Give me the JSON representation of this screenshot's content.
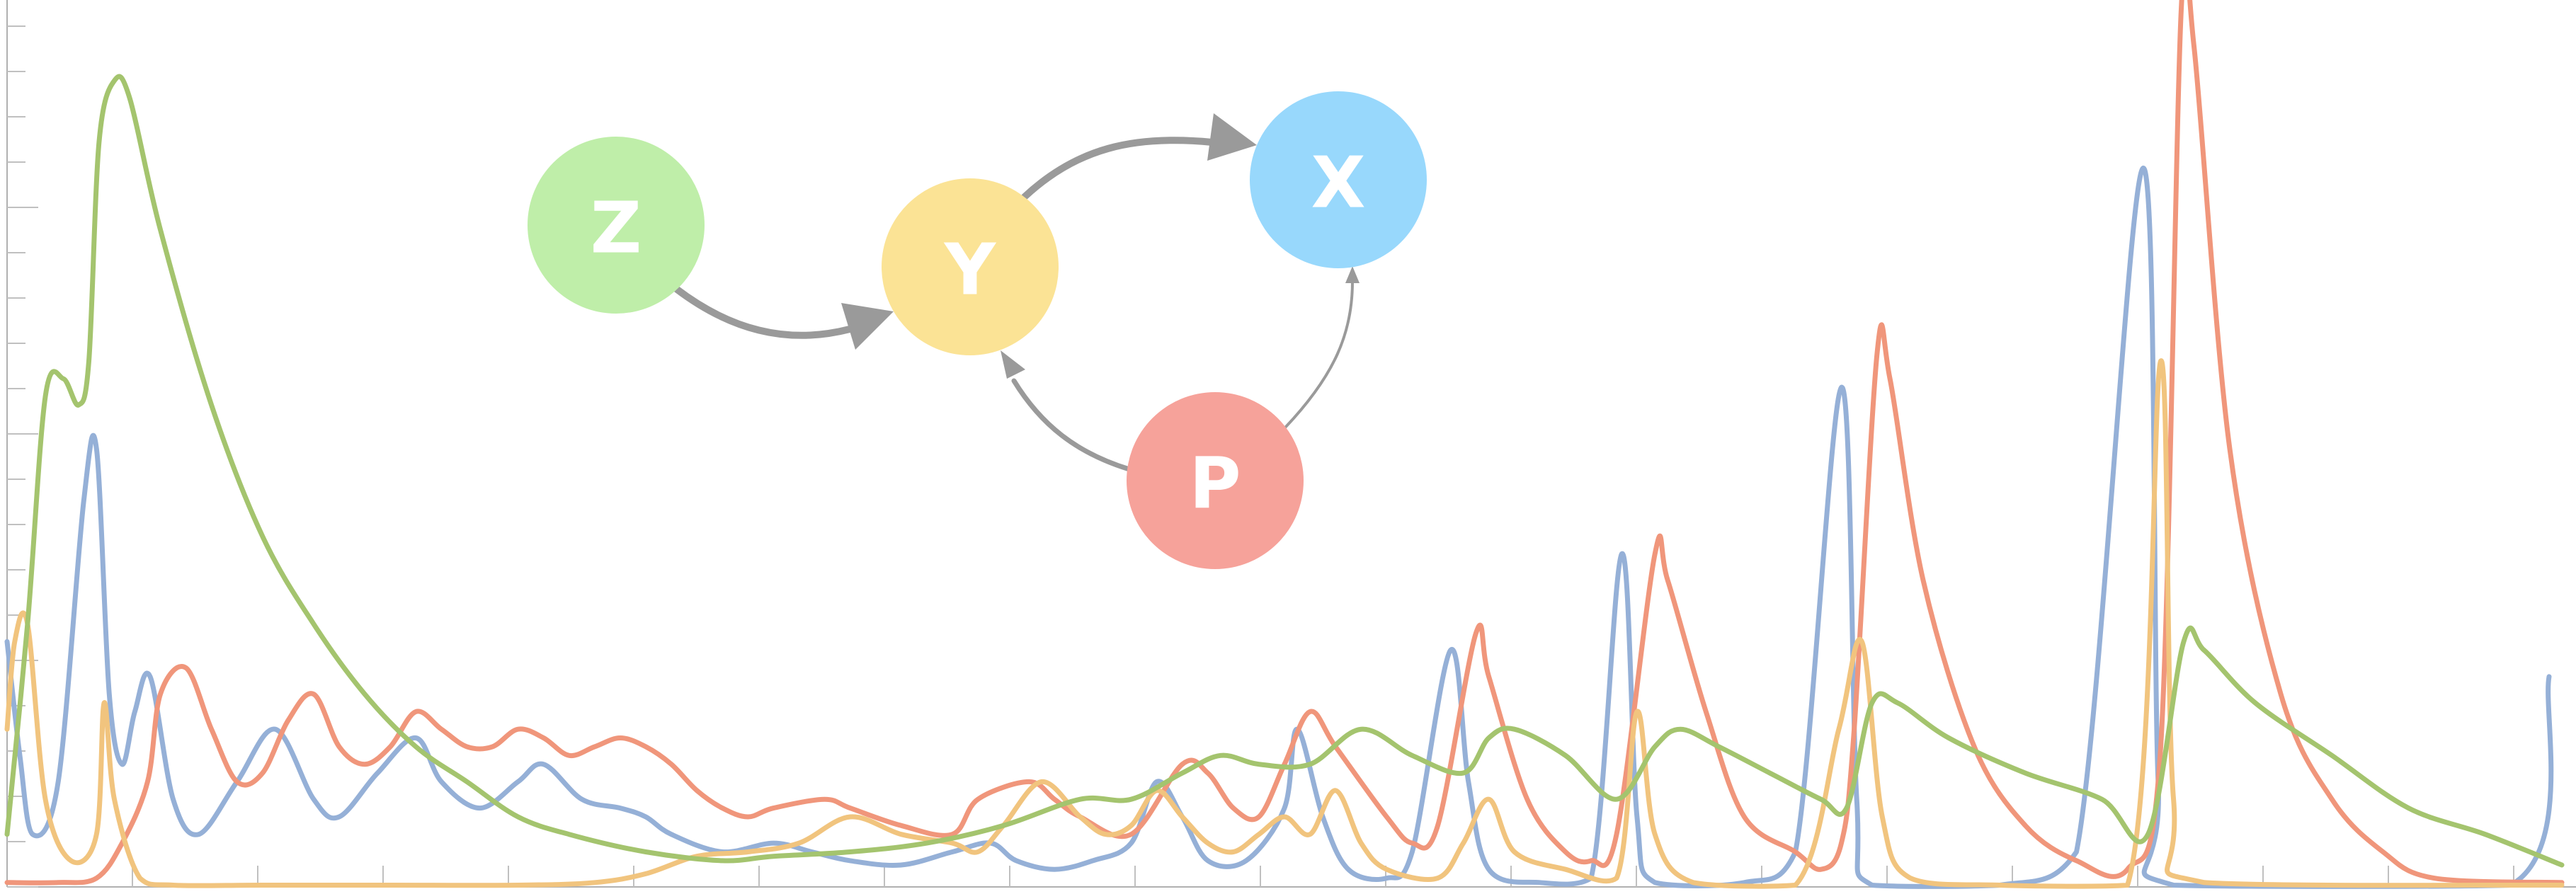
{
  "chart_data": {
    "type": "line",
    "title": "",
    "xlabel": "",
    "ylabel": "",
    "xlim": [
      0,
      100
    ],
    "ylim": [
      0,
      100
    ],
    "series": [
      {
        "color": "#95b0d7",
        "points": [
          [
            0,
            28
          ],
          [
            0.5,
            15
          ],
          [
            1,
            6
          ],
          [
            2,
            12
          ],
          [
            3,
            44
          ],
          [
            3.5,
            50
          ],
          [
            4,
            22
          ],
          [
            4.5,
            14
          ],
          [
            5,
            20
          ],
          [
            5.6,
            24
          ],
          [
            6.5,
            10
          ],
          [
            7.5,
            6
          ],
          [
            9,
            12
          ],
          [
            10.5,
            18
          ],
          [
            12,
            10
          ],
          [
            13,
            8
          ],
          [
            14.5,
            13
          ],
          [
            16,
            17
          ],
          [
            17,
            12
          ],
          [
            18.5,
            9
          ],
          [
            20,
            12
          ],
          [
            21,
            14
          ],
          [
            22.5,
            10
          ],
          [
            24,
            9
          ],
          [
            25,
            8
          ],
          [
            26,
            6
          ],
          [
            28,
            4
          ],
          [
            30,
            5
          ],
          [
            31.5,
            4
          ],
          [
            33,
            3
          ],
          [
            35,
            2.5
          ],
          [
            37,
            4
          ],
          [
            38.5,
            5
          ],
          [
            39.5,
            3
          ],
          [
            41,
            2
          ],
          [
            42.5,
            3
          ],
          [
            44,
            5
          ],
          [
            45,
            12
          ],
          [
            46,
            8
          ],
          [
            47,
            3
          ],
          [
            48.5,
            3
          ],
          [
            50,
            9
          ],
          [
            50.5,
            18
          ],
          [
            51.5,
            8
          ],
          [
            52.5,
            2
          ],
          [
            54,
            1
          ],
          [
            55,
            4
          ],
          [
            56.5,
            27
          ],
          [
            57.2,
            12
          ],
          [
            58,
            2
          ],
          [
            60,
            0.5
          ],
          [
            62,
            1
          ],
          [
            63.2,
            38
          ],
          [
            63.8,
            8
          ],
          [
            64.5,
            0.5
          ],
          [
            68,
            0.5
          ],
          [
            70,
            4
          ],
          [
            71.8,
            57
          ],
          [
            72.4,
            10
          ],
          [
            73,
            0.2
          ],
          [
            78,
            0.2
          ],
          [
            81,
            4
          ],
          [
            83.6,
            82
          ],
          [
            84.2,
            12
          ],
          [
            84.8,
            0.2
          ],
          [
            98,
            0.2
          ],
          [
            99.5,
            24
          ]
        ]
      },
      {
        "color": "#f0967b",
        "points": [
          [
            0,
            0.5
          ],
          [
            2,
            0.5
          ],
          [
            3.5,
            1
          ],
          [
            4.5,
            5
          ],
          [
            5.5,
            12
          ],
          [
            6,
            22
          ],
          [
            7,
            25
          ],
          [
            8,
            18
          ],
          [
            9,
            12
          ],
          [
            10,
            13
          ],
          [
            11,
            19
          ],
          [
            12,
            22
          ],
          [
            13,
            16
          ],
          [
            14,
            14
          ],
          [
            15,
            16
          ],
          [
            16,
            20
          ],
          [
            17,
            18
          ],
          [
            18,
            16
          ],
          [
            19,
            16
          ],
          [
            20,
            18
          ],
          [
            21,
            17
          ],
          [
            22,
            15
          ],
          [
            23,
            16
          ],
          [
            24,
            17
          ],
          [
            25,
            16
          ],
          [
            26,
            14
          ],
          [
            27,
            11
          ],
          [
            28,
            9
          ],
          [
            29,
            8
          ],
          [
            30,
            9
          ],
          [
            32,
            10
          ],
          [
            33,
            9
          ],
          [
            35,
            7
          ],
          [
            37,
            6
          ],
          [
            38,
            10
          ],
          [
            40,
            12
          ],
          [
            41,
            10
          ],
          [
            42,
            8
          ],
          [
            44,
            6
          ],
          [
            46,
            14
          ],
          [
            47,
            13
          ],
          [
            48,
            9
          ],
          [
            49,
            8
          ],
          [
            50,
            14
          ],
          [
            51,
            20
          ],
          [
            52,
            16
          ],
          [
            54,
            8
          ],
          [
            55,
            5
          ],
          [
            56,
            7
          ],
          [
            57.5,
            29
          ],
          [
            58,
            24
          ],
          [
            59.5,
            10
          ],
          [
            61,
            4
          ],
          [
            62,
            3
          ],
          [
            63,
            6
          ],
          [
            64.5,
            38
          ],
          [
            65,
            35
          ],
          [
            66.5,
            20
          ],
          [
            68,
            8
          ],
          [
            70,
            4
          ],
          [
            71,
            2
          ],
          [
            71.8,
            5
          ],
          [
            72.3,
            18
          ],
          [
            73.2,
            61
          ],
          [
            73.7,
            58
          ],
          [
            75,
            35
          ],
          [
            77,
            16
          ],
          [
            79,
            7
          ],
          [
            81,
            3
          ],
          [
            83,
            2
          ],
          [
            84.3,
            16
          ],
          [
            85.1,
            100
          ],
          [
            85.6,
            96
          ],
          [
            87,
            50
          ],
          [
            89,
            22
          ],
          [
            91,
            10
          ],
          [
            93,
            4
          ],
          [
            95,
            1
          ],
          [
            100,
            0.5
          ]
        ]
      },
      {
        "color": "#f1c47e",
        "points": [
          [
            0,
            18
          ],
          [
            0.3,
            28
          ],
          [
            0.8,
            30
          ],
          [
            1.5,
            10
          ],
          [
            2.5,
            3
          ],
          [
            3.5,
            6
          ],
          [
            3.8,
            21
          ],
          [
            4.2,
            10
          ],
          [
            5.2,
            1
          ],
          [
            6.5,
            0.2
          ],
          [
            10,
            0.2
          ],
          [
            15,
            0.2
          ],
          [
            20,
            0.2
          ],
          [
            23,
            0.5
          ],
          [
            25,
            1.5
          ],
          [
            27,
            3.5
          ],
          [
            29,
            4
          ],
          [
            31,
            5
          ],
          [
            33,
            8
          ],
          [
            35,
            6
          ],
          [
            37,
            5
          ],
          [
            38,
            4
          ],
          [
            39,
            7
          ],
          [
            40.5,
            12
          ],
          [
            42,
            8
          ],
          [
            43,
            6
          ],
          [
            44,
            7
          ],
          [
            45,
            11
          ],
          [
            46,
            8
          ],
          [
            47,
            5
          ],
          [
            48,
            4
          ],
          [
            49,
            6
          ],
          [
            50,
            8
          ],
          [
            51,
            6
          ],
          [
            52,
            11
          ],
          [
            53,
            5
          ],
          [
            54,
            2
          ],
          [
            56,
            1
          ],
          [
            57,
            5
          ],
          [
            58,
            10
          ],
          [
            59,
            4
          ],
          [
            61,
            2
          ],
          [
            63,
            1
          ],
          [
            63.8,
            20
          ],
          [
            64.5,
            6
          ],
          [
            66,
            0.5
          ],
          [
            70,
            0.2
          ],
          [
            71.7,
            18
          ],
          [
            72.6,
            28
          ],
          [
            73.4,
            8
          ],
          [
            74.5,
            1
          ],
          [
            78,
            0.2
          ],
          [
            83,
            0.2
          ],
          [
            84.3,
            60
          ],
          [
            84.8,
            10
          ],
          [
            86,
            0.5
          ],
          [
            100,
            0.2
          ]
        ]
      },
      {
        "color": "#a4c46e",
        "points": [
          [
            0,
            6
          ],
          [
            0.8,
            30
          ],
          [
            1.5,
            56
          ],
          [
            2.2,
            58
          ],
          [
            2.8,
            55
          ],
          [
            3.2,
            60
          ],
          [
            3.6,
            85
          ],
          [
            4.2,
            92
          ],
          [
            4.8,
            90
          ],
          [
            6,
            75
          ],
          [
            8,
            55
          ],
          [
            10,
            40
          ],
          [
            12,
            30
          ],
          [
            14,
            22
          ],
          [
            16,
            16
          ],
          [
            18,
            12
          ],
          [
            20,
            8
          ],
          [
            22,
            6
          ],
          [
            25,
            4
          ],
          [
            28,
            3
          ],
          [
            30,
            3.5
          ],
          [
            33,
            4
          ],
          [
            36,
            5
          ],
          [
            39,
            7
          ],
          [
            42,
            10
          ],
          [
            44,
            10
          ],
          [
            46,
            13
          ],
          [
            47.5,
            15
          ],
          [
            49,
            14
          ],
          [
            51,
            14
          ],
          [
            53,
            18
          ],
          [
            55,
            15
          ],
          [
            57,
            13
          ],
          [
            58,
            17
          ],
          [
            59,
            18
          ],
          [
            61,
            15
          ],
          [
            63,
            10
          ],
          [
            64.5,
            16
          ],
          [
            65.5,
            18
          ],
          [
            67,
            16
          ],
          [
            69,
            13
          ],
          [
            71,
            10
          ],
          [
            72,
            9
          ],
          [
            73,
            21
          ],
          [
            74,
            21
          ],
          [
            76,
            17
          ],
          [
            79,
            13
          ],
          [
            82,
            10
          ],
          [
            83.8,
            6
          ],
          [
            85.2,
            28
          ],
          [
            86,
            27
          ],
          [
            88,
            21
          ],
          [
            91,
            15
          ],
          [
            94,
            9
          ],
          [
            97,
            6
          ],
          [
            100,
            2.5
          ]
        ]
      }
    ]
  },
  "diagram": {
    "edge_color": "#9a9a9a",
    "nodes": [
      {
        "id": "Z",
        "label": "Z",
        "color": "#bfeea9"
      },
      {
        "id": "Y",
        "label": "Y",
        "color": "#fbe395"
      },
      {
        "id": "X",
        "label": "X",
        "color": "#98d8fc"
      },
      {
        "id": "P",
        "label": "P",
        "color": "#f6a29a"
      }
    ],
    "edges": [
      {
        "from": "Z",
        "to": "Y"
      },
      {
        "from": "Y",
        "to": "X"
      },
      {
        "from": "P",
        "to": "Y"
      },
      {
        "from": "P",
        "to": "X"
      }
    ]
  }
}
